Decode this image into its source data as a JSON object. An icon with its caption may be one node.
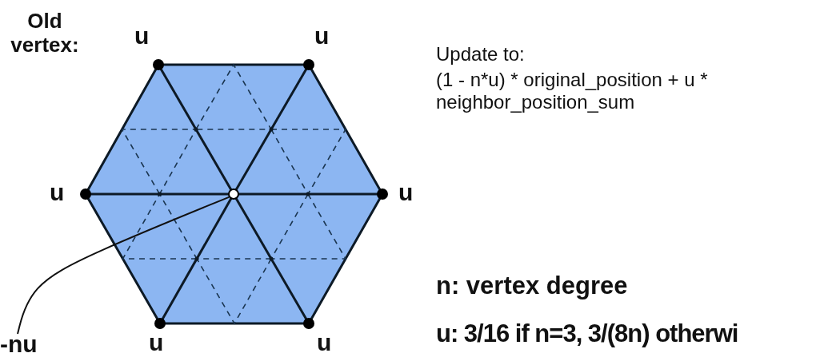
{
  "diagram": {
    "nodes": [
      {
        "text": [
          "-nu"
        ]
      },
      {
        "text": [],
        "shape": "circle"
      }
    ],
    "edges": [
      {
        "from": 0,
        "to": 1,
        "arrow": "none"
      }
    ],
    "labels": [
      "Old vertex:",
      "u",
      "u",
      "Update to:",
      "(1 - n*u) * original_position + u * neighbor_position_sum",
      "u",
      "u",
      "n: vertex degree",
      "u",
      "u",
      "u: 3/16 if n=3, 3/(8n) otherwi"
    ]
  }
}
